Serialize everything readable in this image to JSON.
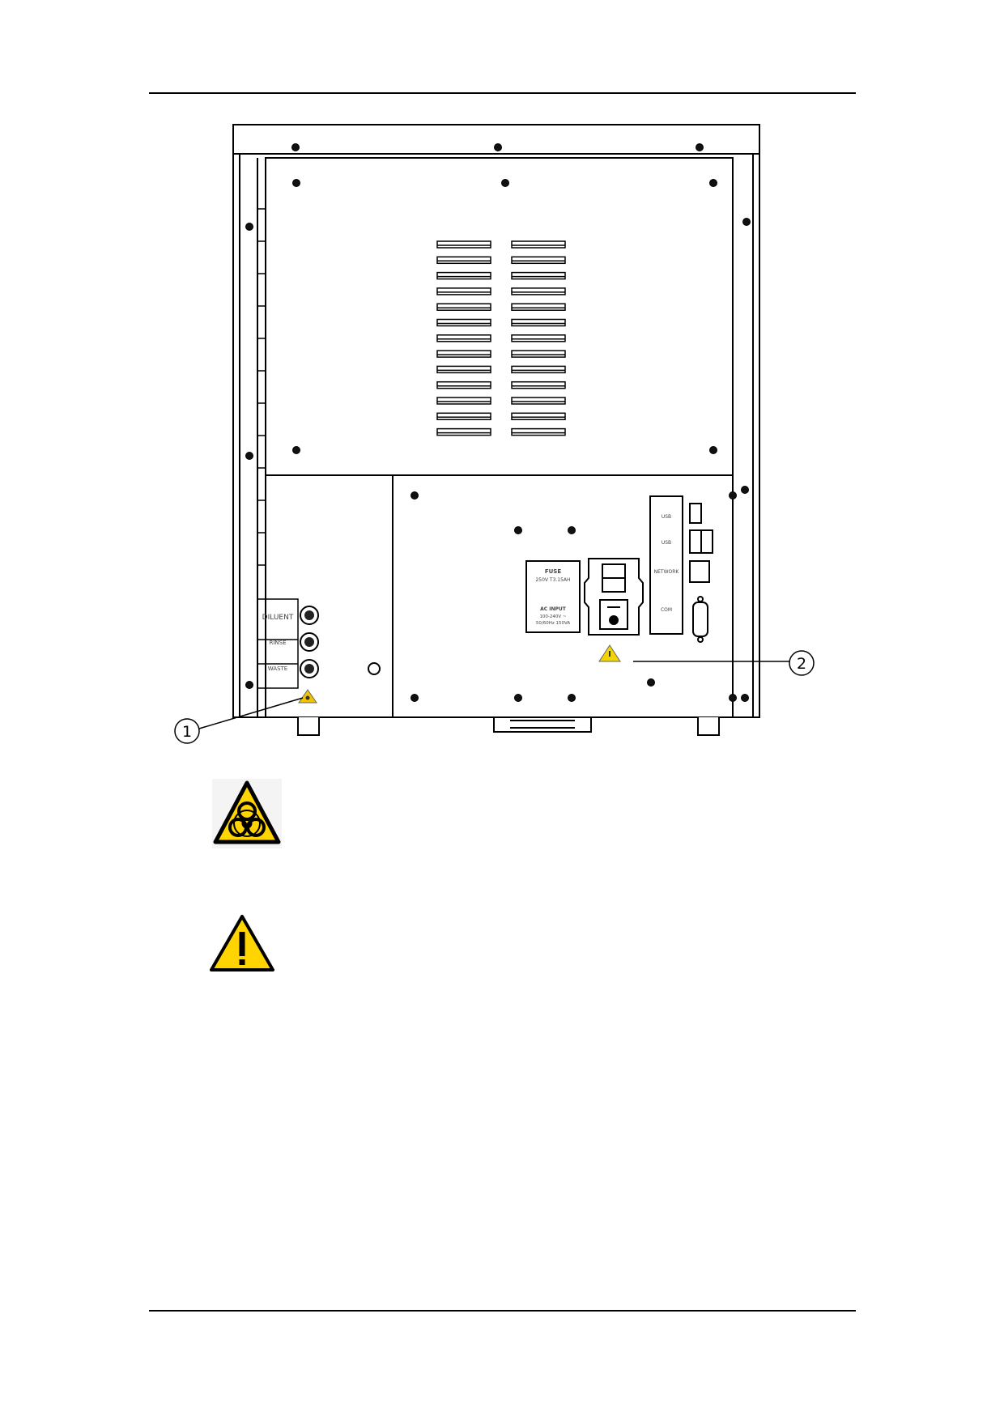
{
  "figure": {
    "connector_labels": [
      "DILUENT",
      "RINSE",
      "WASTE"
    ],
    "fuse_label": {
      "title": "FUSE",
      "rating": "250V T3.15AH",
      "input_title": "AC INPUT",
      "input_line1": "100-240V ~",
      "input_line2": "50/60Hz 150VA"
    },
    "port_labels": [
      "USB",
      "USB",
      "NETWORK",
      "COM"
    ],
    "callouts": [
      "1",
      "2"
    ]
  },
  "symbols": [
    {
      "icon": "biohazard-warning-icon",
      "color": "#ffd400"
    },
    {
      "icon": "caution-warning-icon",
      "color": "#ffd400"
    }
  ]
}
